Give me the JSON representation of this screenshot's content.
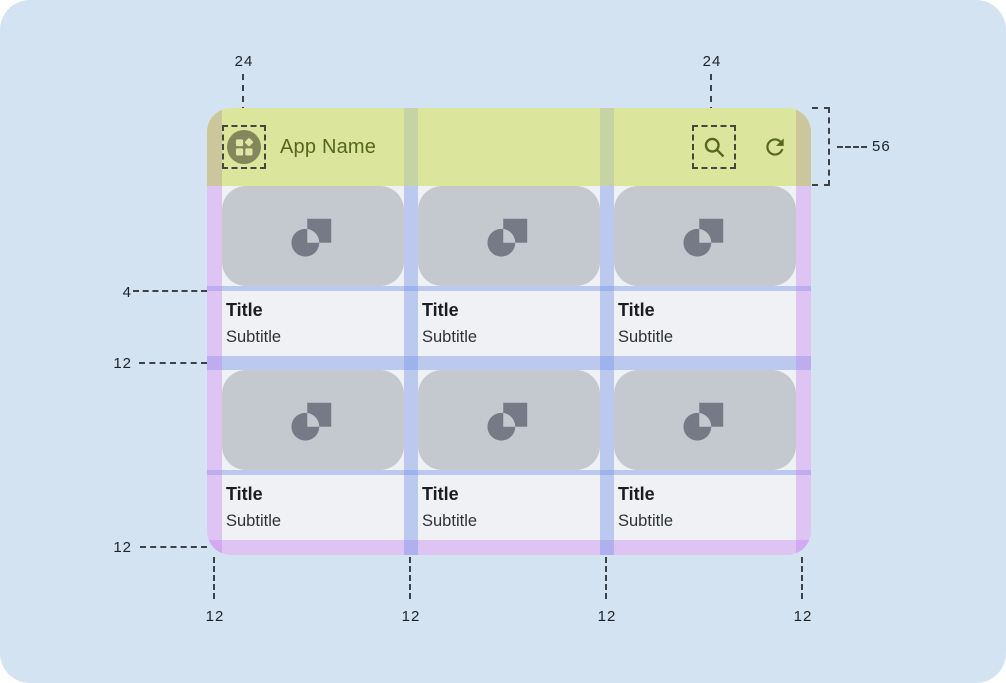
{
  "appbar": {
    "app_name": "App Name"
  },
  "cards": [
    {
      "title": "Title",
      "subtitle": "Subtitle"
    },
    {
      "title": "Title",
      "subtitle": "Subtitle"
    },
    {
      "title": "Title",
      "subtitle": "Subtitle"
    },
    {
      "title": "Title",
      "subtitle": "Subtitle"
    },
    {
      "title": "Title",
      "subtitle": "Subtitle"
    },
    {
      "title": "Title",
      "subtitle": "Subtitle"
    }
  ],
  "annotations": {
    "app_icon_size": "24",
    "search_icon_size": "24",
    "appbar_height": "56",
    "image_text_gap": "4",
    "row_gutter": "12",
    "bottom_margin": "12",
    "bottom_labels": [
      "12",
      "12",
      "12",
      "12"
    ]
  },
  "icons": {
    "app_launcher": "app-launcher-icon",
    "search": "search-icon",
    "refresh": "refresh-icon",
    "placeholder": "image-placeholder-icon"
  },
  "colors": {
    "page_bg": "#d3e3f2",
    "appbar_bg": "#dbe59c",
    "appbar_fg": "#56661e",
    "content_bg": "#eff1f5",
    "card_bg": "#c4c8cf",
    "card_glyph": "#757b86",
    "gutter_blue": "#bfc9f0",
    "margin_purple": "#ddc9f3",
    "margin_over_bar": "#cbc69b",
    "gutter_over_bar": "#c6d3a4",
    "annotation_fg": "#212327"
  }
}
